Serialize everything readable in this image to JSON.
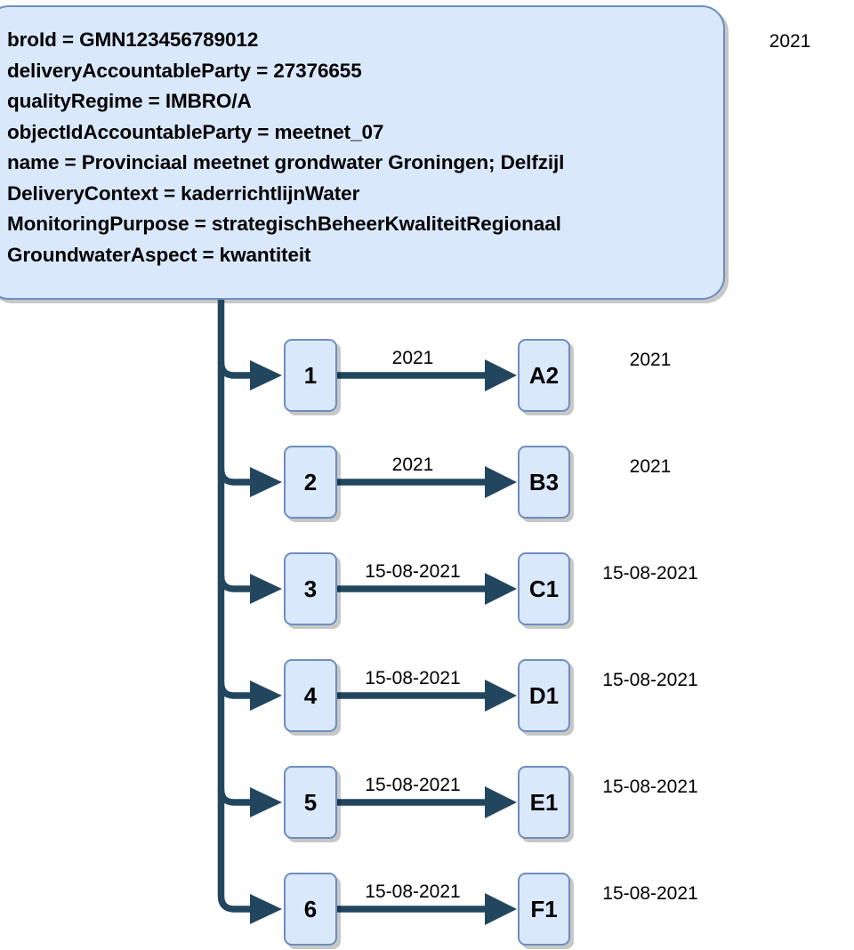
{
  "diagram": {
    "title_label": "2021",
    "colors": {
      "node_fill": "#dae8fc",
      "node_border": "#6c8ebf",
      "connector": "#23465f",
      "shadow": "#b8b8b8",
      "text": "#000000",
      "background": "#ffffff"
    },
    "info_box": {
      "lines": [
        "broId = GMN123456789012",
        "deliveryAccountableParty = 27376655",
        "qualityRegime = IMBRO/A",
        "objectIdAccountableParty = meetnet_07",
        "name = Provinciaal meetnet grondwater Groningen; Delfzijl",
        "DeliveryContext = kaderrichtlijnWater",
        "MonitoringPurpose = strategischBeheerKwaliteitRegionaal",
        "GroundwaterAspect = kwantiteit"
      ]
    },
    "rows": [
      {
        "source": "1",
        "target": "A2",
        "edge_label": "2021",
        "side_label": "2021"
      },
      {
        "source": "2",
        "target": "B3",
        "edge_label": "2021",
        "side_label": "2021"
      },
      {
        "source": "3",
        "target": "C1",
        "edge_label": "15-08-2021",
        "side_label": "15-08-2021"
      },
      {
        "source": "4",
        "target": "D1",
        "edge_label": "15-08-2021",
        "side_label": "15-08-2021"
      },
      {
        "source": "5",
        "target": "E1",
        "edge_label": "15-08-2021",
        "side_label": "15-08-2021"
      },
      {
        "source": "6",
        "target": "F1",
        "edge_label": "15-08-2021",
        "side_label": "15-08-2021"
      }
    ]
  }
}
